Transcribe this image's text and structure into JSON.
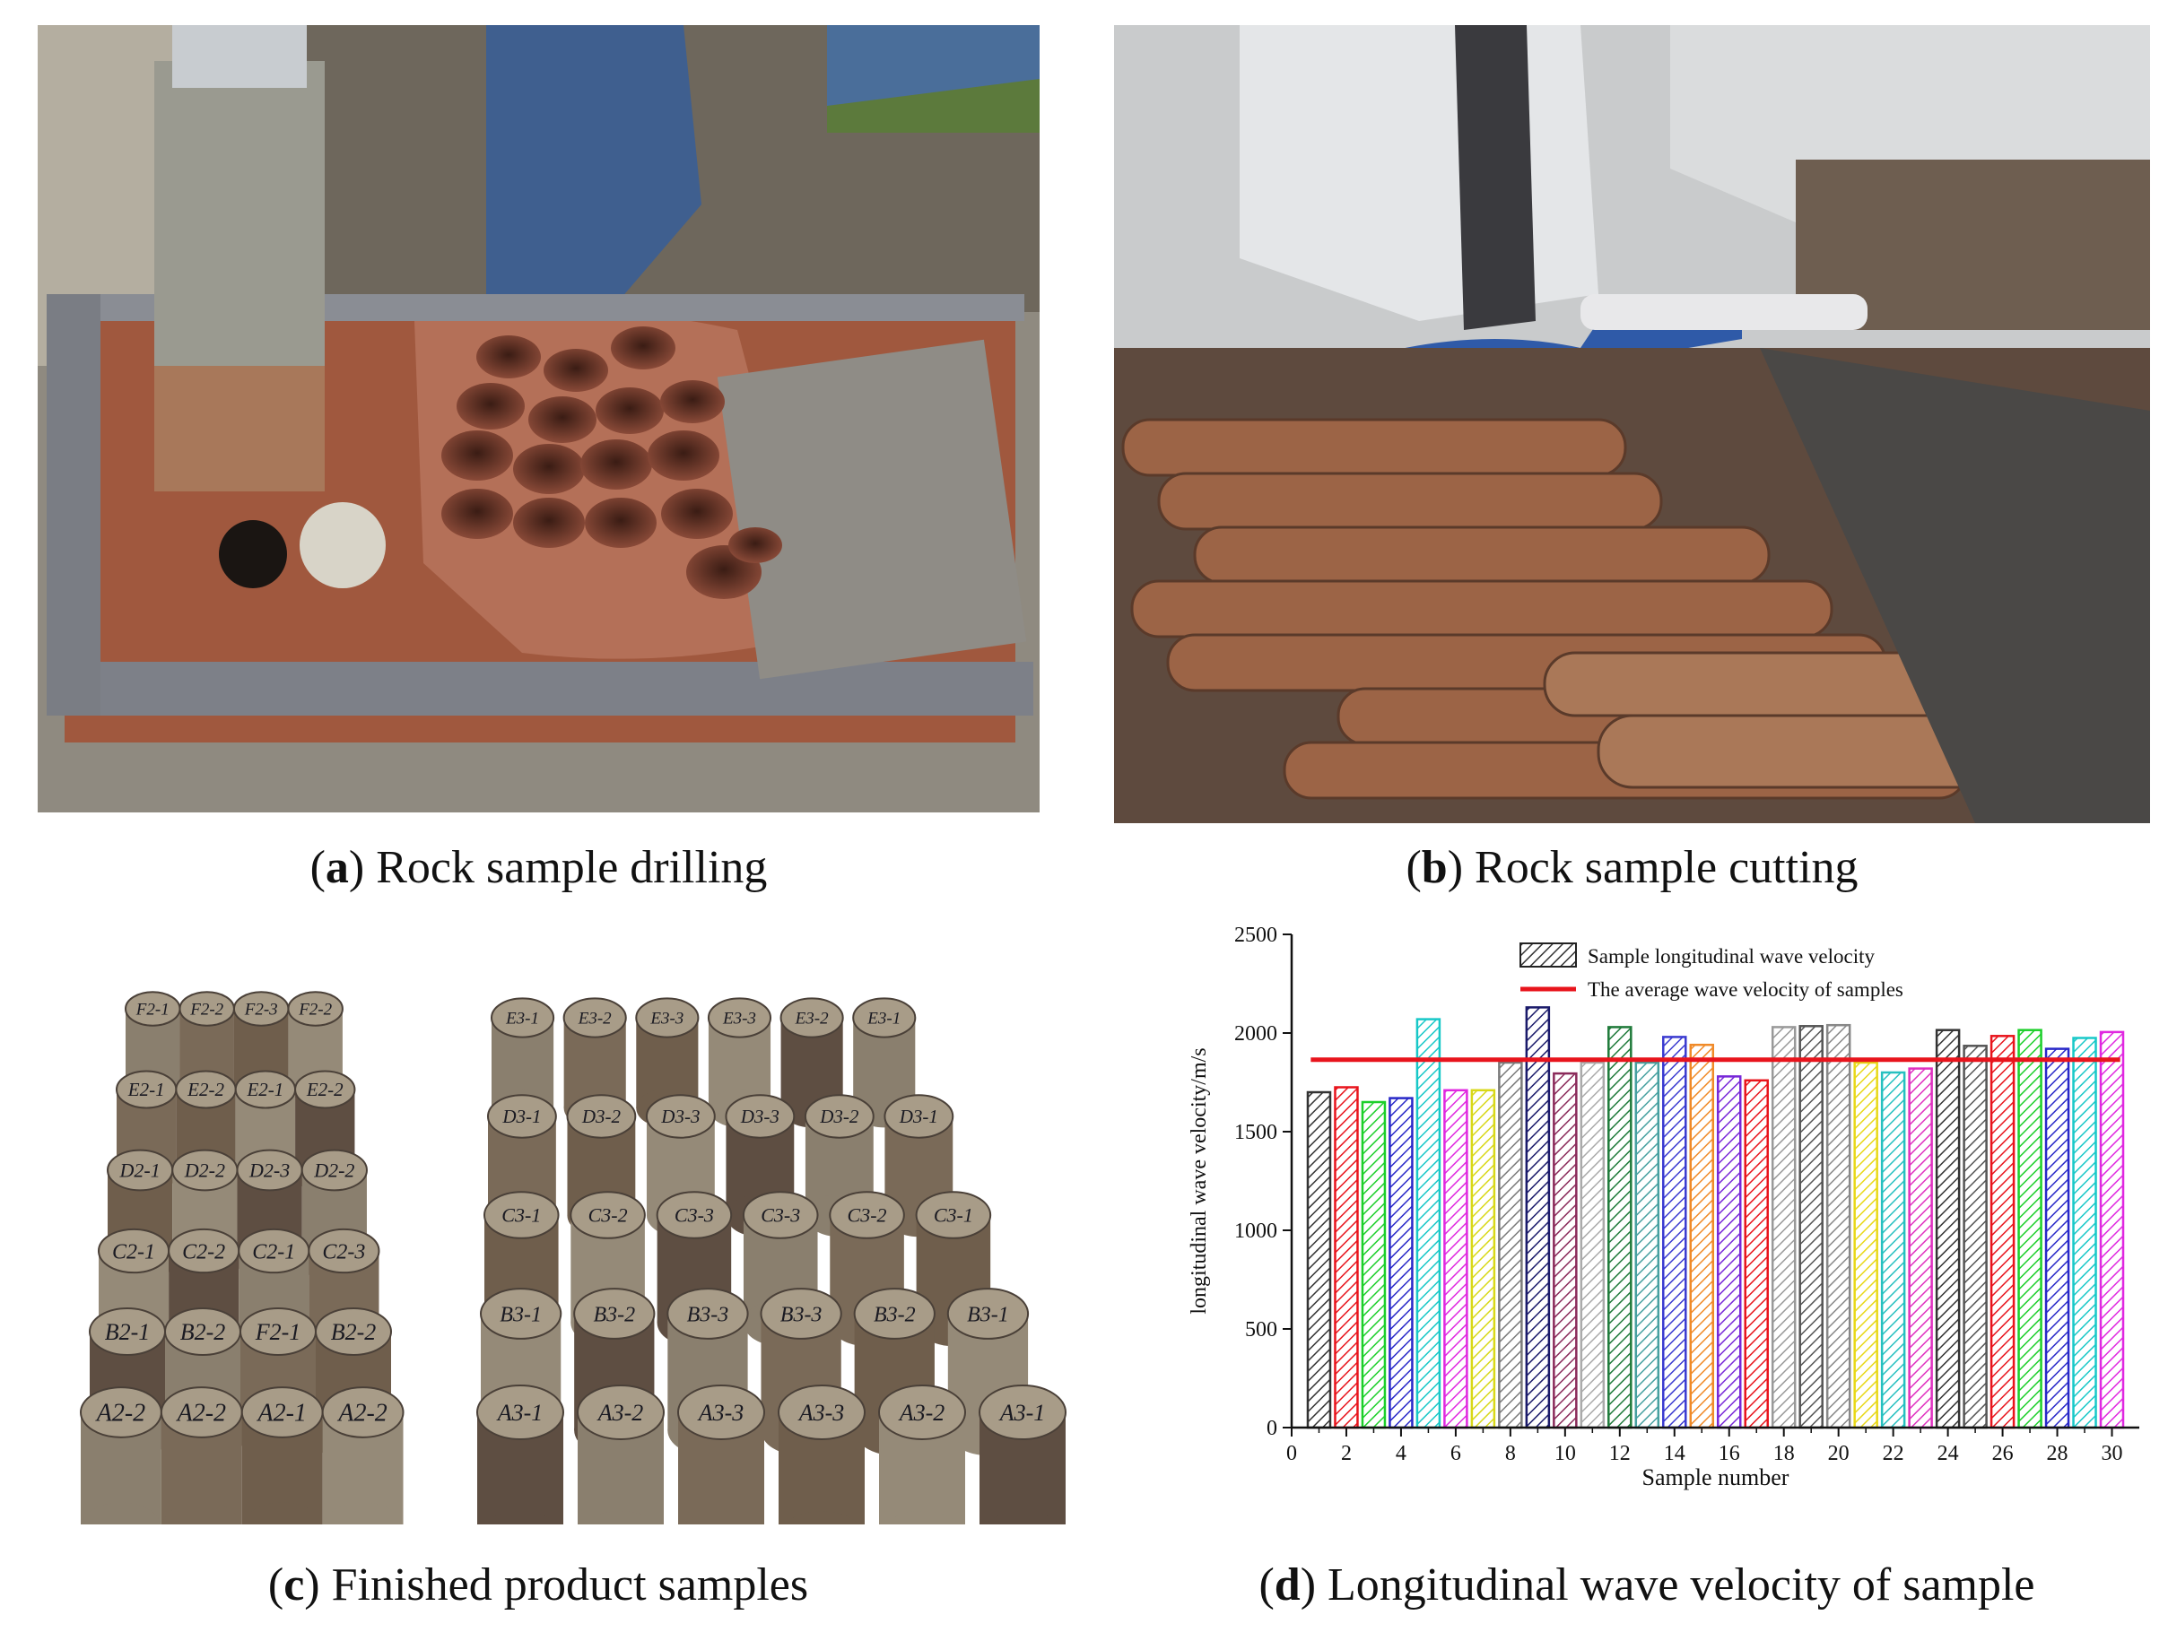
{
  "figure": {
    "panels": [
      {
        "letter": "a",
        "caption": "Rock sample drilling"
      },
      {
        "letter": "b",
        "caption": "Rock sample cutting"
      },
      {
        "letter": "c",
        "caption": "Finished product samples"
      },
      {
        "letter": "d",
        "caption": "Longitudinal wave velocity of sample"
      }
    ]
  },
  "photo_c": {
    "left_group": [
      [
        "F2-1",
        "F2-2",
        "F2-3",
        "F2-2"
      ],
      [
        "E2-1",
        "E2-2",
        "E2-1",
        "E2-2"
      ],
      [
        "D2-1",
        "D2-2",
        "D2-3",
        "D2-2"
      ],
      [
        "C2-1",
        "C2-2",
        "C2-1",
        "C2-3"
      ],
      [
        "B2-1",
        "B2-2",
        "F2-1",
        "B2-2"
      ],
      [
        "A2-2",
        "A2-2",
        "A2-1",
        "A2-2"
      ]
    ],
    "right_group": [
      [
        "E3-1",
        "E3-2",
        "E3-3",
        "E3-3",
        "E3-2",
        "E3-1"
      ],
      [
        "D3-1",
        "D3-2",
        "D3-3",
        "D3-3",
        "D3-2",
        "D3-1"
      ],
      [
        "C3-1",
        "C3-2",
        "C3-3",
        "C3-3",
        "C3-2",
        "C3-1"
      ],
      [
        "B3-1",
        "B3-2",
        "B3-3",
        "B3-3",
        "B3-2",
        "B3-1"
      ],
      [
        "A3-1",
        "A3-2",
        "A3-3",
        "A3-3",
        "A3-2",
        "A3-1"
      ]
    ]
  },
  "colors": {
    "average_line": "#e8141c",
    "bar_hatch": [
      "#333333",
      "#e8141c",
      "#1ccf2a",
      "#2828c8",
      "#18c8c8",
      "#e028e0",
      "#d8d818",
      "#7a7a7a",
      "#1a1a6a",
      "#8a2a5a",
      "#aaaaaa",
      "#1f7a3a",
      "#46a0a0",
      "#3a3ad0",
      "#f08a28",
      "#7828d8",
      "#e8141c",
      "#999999",
      "#555555",
      "#888888",
      "#e8d818",
      "#26c0c0",
      "#e030c0",
      "#333333",
      "#555555",
      "#e8141c",
      "#1ccf2a",
      "#2828c8",
      "#18c8c8",
      "#e028e0"
    ]
  },
  "chart_data": {
    "type": "bar",
    "title": "",
    "xlabel": "Sample number",
    "ylabel": "longitudinal wave velocity/m/s",
    "xlim": [
      0,
      31
    ],
    "ylim": [
      0,
      2500
    ],
    "x_ticks": [
      0,
      2,
      4,
      6,
      8,
      10,
      12,
      14,
      16,
      18,
      20,
      22,
      24,
      26,
      28,
      30
    ],
    "y_ticks": [
      0,
      500,
      1000,
      1500,
      2000,
      2500
    ],
    "legend_position": "top",
    "grid": false,
    "x": [
      1,
      2,
      3,
      4,
      5,
      6,
      7,
      8,
      9,
      10,
      11,
      12,
      13,
      14,
      15,
      16,
      17,
      18,
      19,
      20,
      21,
      22,
      23,
      24,
      25,
      26,
      27,
      28,
      29,
      30
    ],
    "series": [
      {
        "name": "Sample longitudinal wave velocity",
        "type": "bar",
        "values": [
          1700,
          1725,
          1650,
          1670,
          2070,
          1710,
          1710,
          1850,
          2130,
          1795,
          1850,
          2030,
          1850,
          1980,
          1940,
          1780,
          1760,
          2030,
          2035,
          2040,
          1850,
          1800,
          1820,
          2015,
          1935,
          1985,
          2015,
          1920,
          1975,
          2005
        ]
      },
      {
        "name": "The average wave velocity of samples",
        "type": "line",
        "value": 1865
      }
    ]
  }
}
